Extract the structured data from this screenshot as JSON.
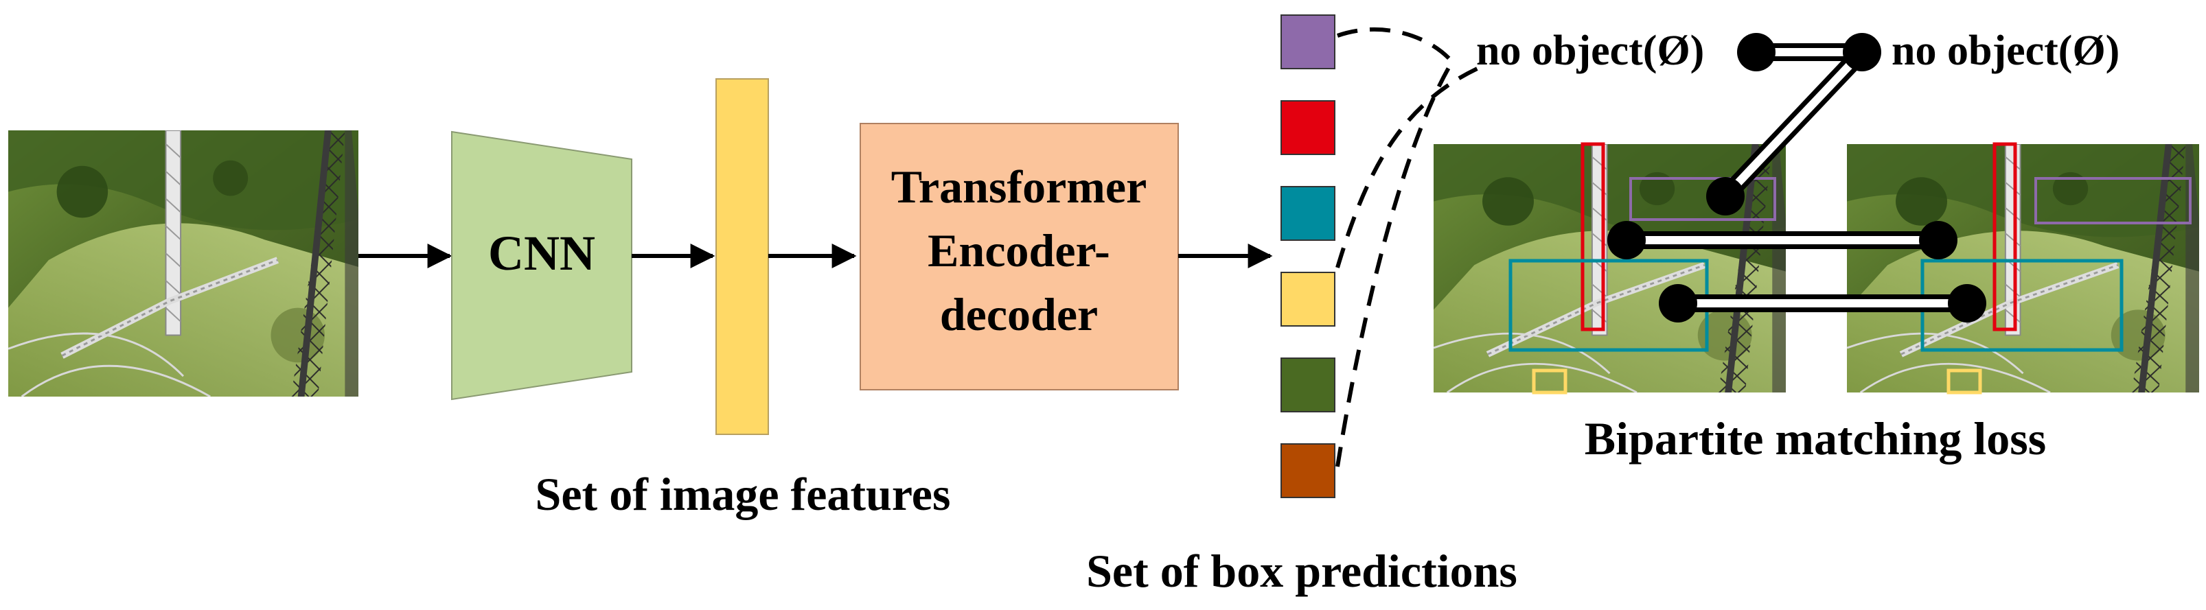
{
  "pipeline": {
    "cnn_label": "CNN",
    "transformer_label_lines": [
      "Transformer",
      "Encoder-",
      "decoder"
    ],
    "image_features_caption": "Set of image features",
    "box_predictions_caption": "Set of box predictions"
  },
  "predictions": {
    "slots": [
      {
        "name": "slot-purple",
        "color": "#8E6AAA"
      },
      {
        "name": "slot-red",
        "color": "#E3000F"
      },
      {
        "name": "slot-teal",
        "color": "#008C9E"
      },
      {
        "name": "slot-yellow",
        "color": "#FFD966"
      },
      {
        "name": "slot-green",
        "color": "#4A6A22"
      },
      {
        "name": "slot-orange",
        "color": "#B34A00"
      }
    ]
  },
  "matching": {
    "no_object_left": "no object(Ø)",
    "no_object_right": "no object(Ø)",
    "caption": "Bipartite matching loss"
  },
  "colors": {
    "cnn_fill": "#BFD89B",
    "feature_bar": "#FFD966",
    "transformer_fill": "#FBC49B",
    "box_red": "#E3000F",
    "box_teal": "#008C9E",
    "box_purple": "#8E6AAA",
    "box_yellow": "#FFD966"
  },
  "photos": [
    {
      "name": "input-photo"
    },
    {
      "name": "prediction-photo"
    },
    {
      "name": "ground-truth-photo"
    }
  ]
}
